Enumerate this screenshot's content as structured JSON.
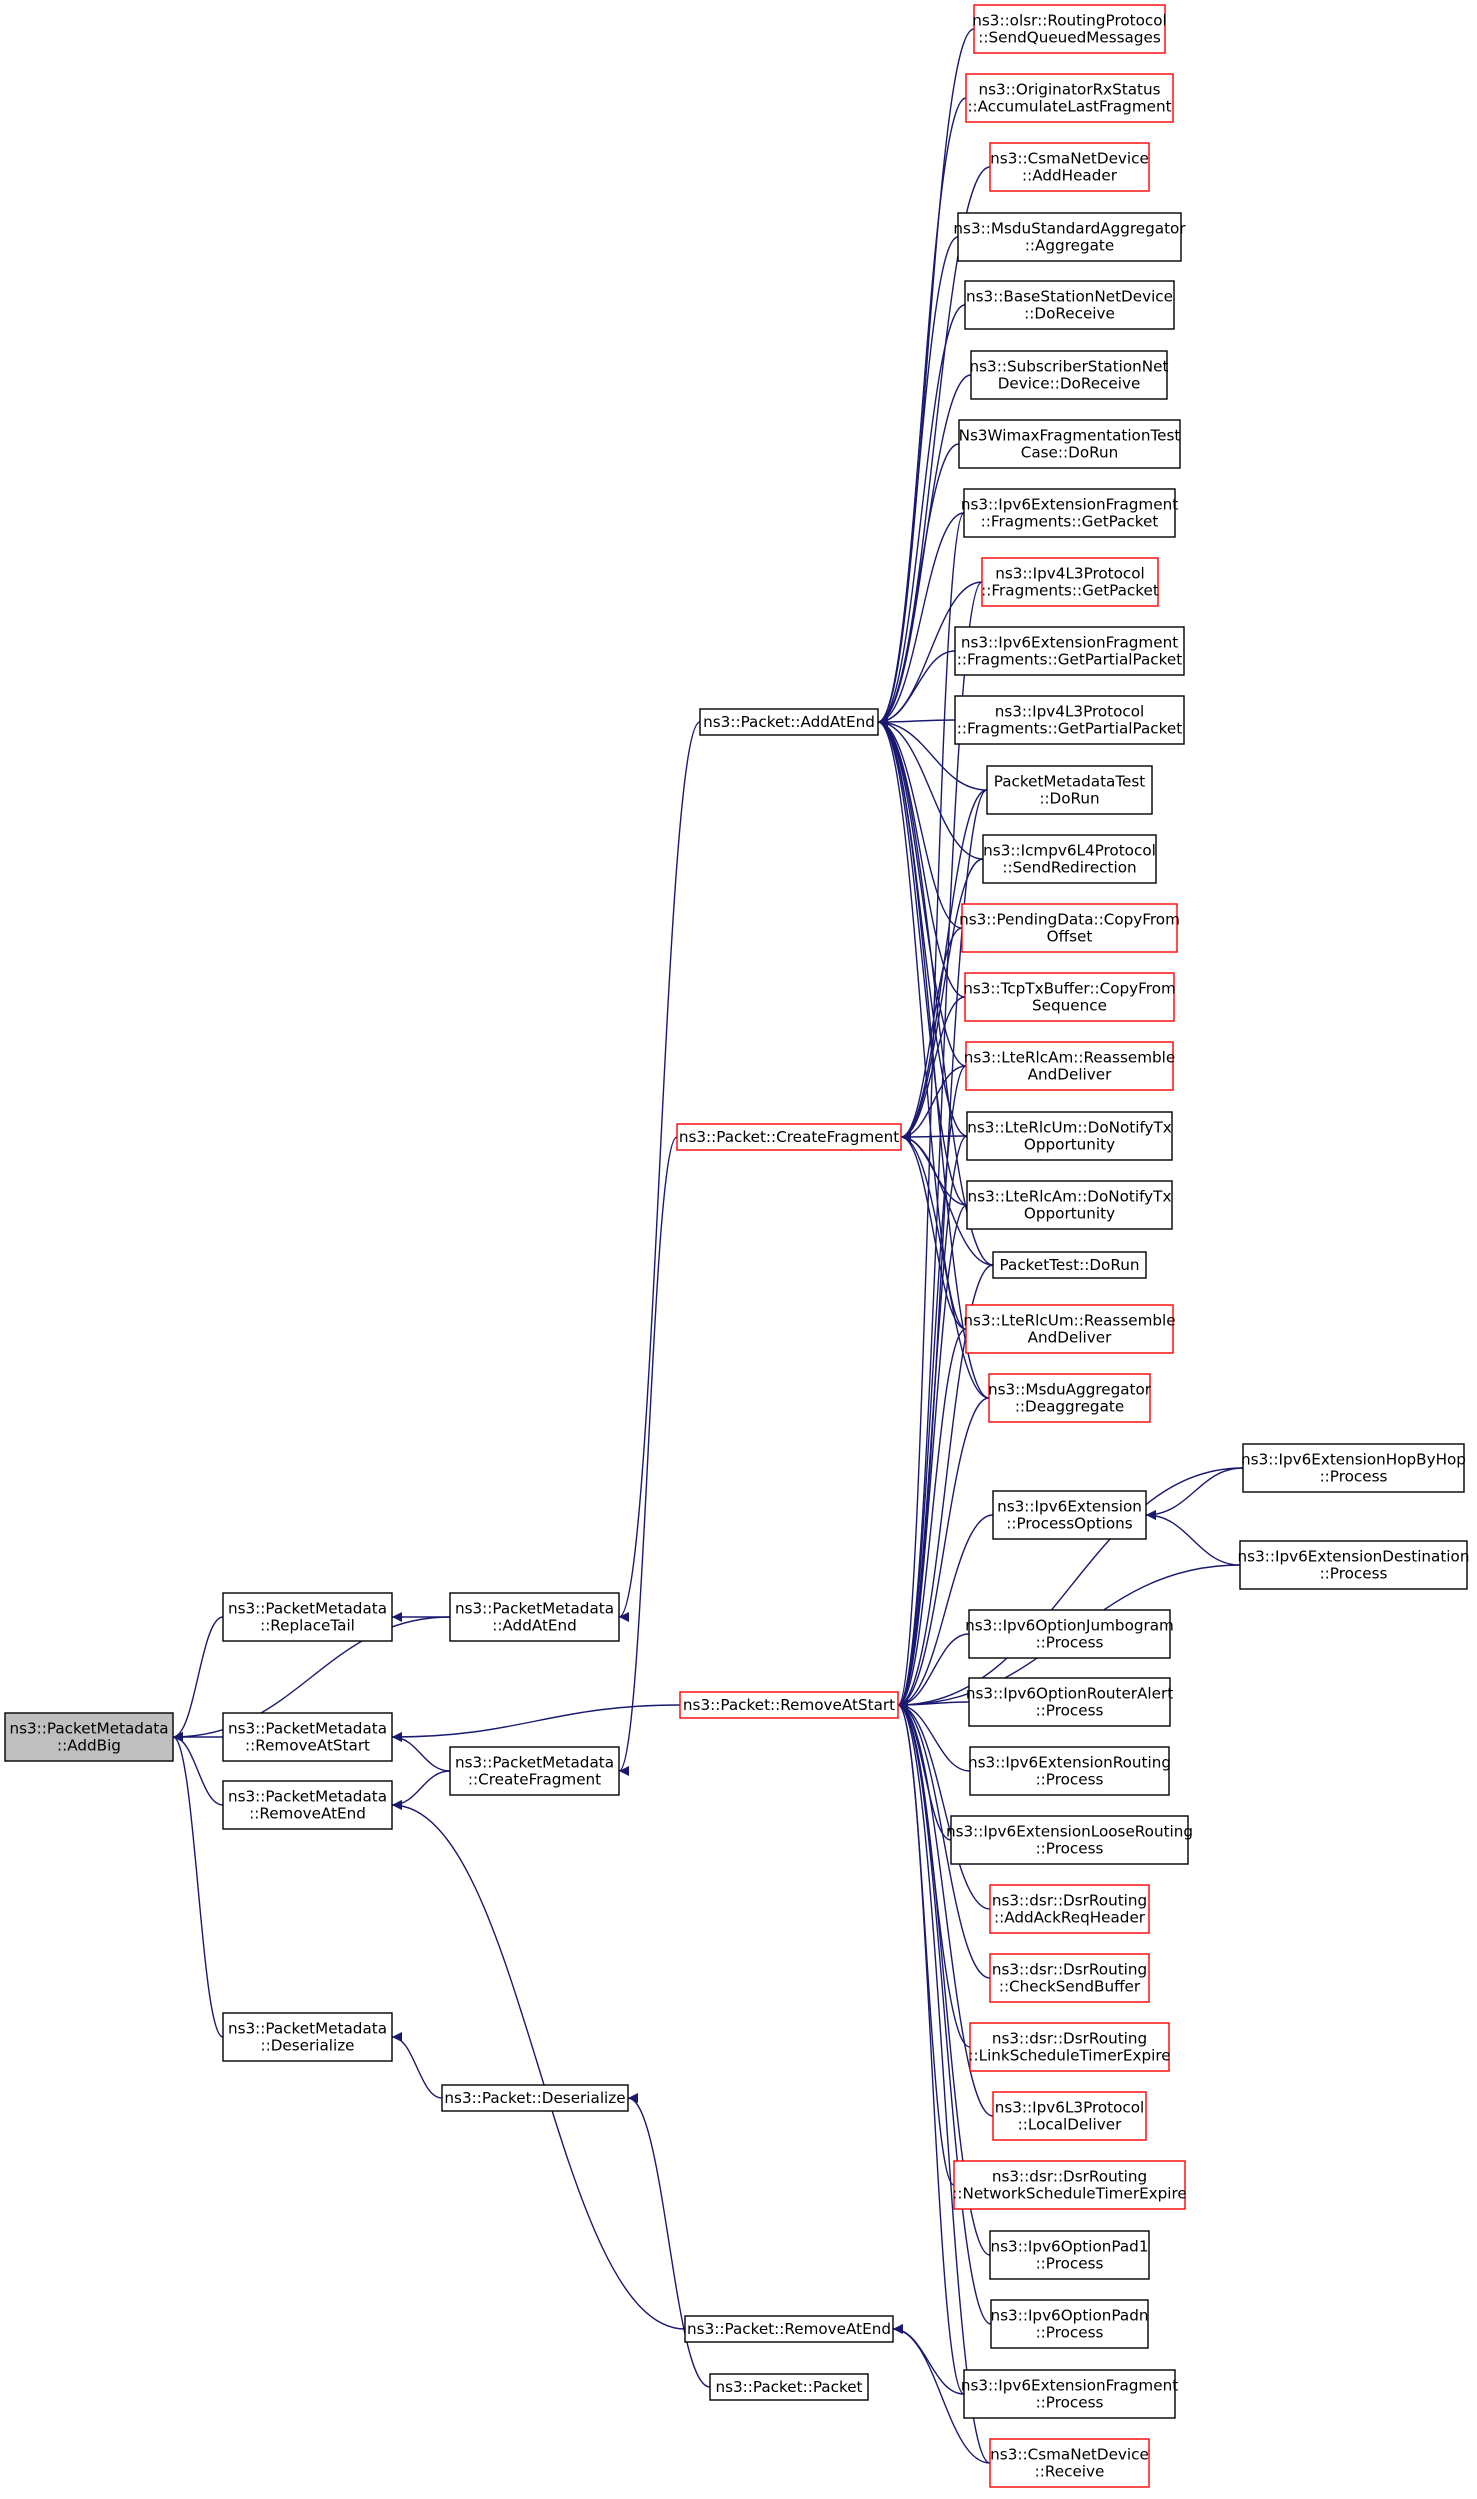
{
  "colors": {
    "edge": "#191970",
    "box": "#000000",
    "box_red": "#ff0000",
    "root_fill": "#bfbfbf"
  },
  "nodes": [
    {
      "id": "root",
      "lines": [
        "ns3::PacketMetadata",
        "::AddBig"
      ],
      "style": "root"
    },
    {
      "id": "pm_replacetail",
      "lines": [
        "ns3::PacketMetadata",
        "::ReplaceTail"
      ],
      "style": "black"
    },
    {
      "id": "pm_removeatstart",
      "lines": [
        "ns3::PacketMetadata",
        "::RemoveAtStart"
      ],
      "style": "black"
    },
    {
      "id": "pm_removeatend",
      "lines": [
        "ns3::PacketMetadata",
        "::RemoveAtEnd"
      ],
      "style": "black"
    },
    {
      "id": "pm_deserialize",
      "lines": [
        "ns3::PacketMetadata",
        "::Deserialize"
      ],
      "style": "black"
    },
    {
      "id": "pm_addatend",
      "lines": [
        "ns3::PacketMetadata",
        "::AddAtEnd"
      ],
      "style": "black"
    },
    {
      "id": "pm_createfragment",
      "lines": [
        "ns3::PacketMetadata",
        "::CreateFragment"
      ],
      "style": "black"
    },
    {
      "id": "p_deserialize",
      "lines": [
        "ns3::Packet::Deserialize"
      ],
      "style": "black"
    },
    {
      "id": "p_addatend",
      "lines": [
        "ns3::Packet::AddAtEnd"
      ],
      "style": "black"
    },
    {
      "id": "p_createfragment",
      "lines": [
        "ns3::Packet::CreateFragment"
      ],
      "style": "red"
    },
    {
      "id": "p_removeatstart",
      "lines": [
        "ns3::Packet::RemoveAtStart"
      ],
      "style": "red"
    },
    {
      "id": "p_removeatend",
      "lines": [
        "ns3::Packet::RemoveAtEnd"
      ],
      "style": "black"
    },
    {
      "id": "p_packet",
      "lines": [
        "ns3::Packet::Packet"
      ],
      "style": "black"
    },
    {
      "id": "olsr",
      "lines": [
        "ns3::olsr::RoutingProtocol",
        "::SendQueuedMessages"
      ],
      "style": "red"
    },
    {
      "id": "origrx",
      "lines": [
        "ns3::OriginatorRxStatus",
        "::AccumulateLastFragment"
      ],
      "style": "red"
    },
    {
      "id": "csma_addheader",
      "lines": [
        "ns3::CsmaNetDevice",
        "::AddHeader"
      ],
      "style": "red"
    },
    {
      "id": "msdu_std",
      "lines": [
        "ns3::MsduStandardAggregator",
        "::Aggregate"
      ],
      "style": "black"
    },
    {
      "id": "bs_doreceive",
      "lines": [
        "ns3::BaseStationNetDevice",
        "::DoReceive"
      ],
      "style": "black"
    },
    {
      "id": "ss_doreceive",
      "lines": [
        "ns3::SubscriberStationNet",
        "Device::DoReceive"
      ],
      "style": "black"
    },
    {
      "id": "wimaxfrag",
      "lines": [
        "Ns3WimaxFragmentationTest",
        "Case::DoRun"
      ],
      "style": "black"
    },
    {
      "id": "ipv6frag_get",
      "lines": [
        "ns3::Ipv6ExtensionFragment",
        "::Fragments::GetPacket"
      ],
      "style": "black"
    },
    {
      "id": "ipv4frag_get",
      "lines": [
        "ns3::Ipv4L3Protocol",
        "::Fragments::GetPacket"
      ],
      "style": "red"
    },
    {
      "id": "ipv6frag_partial",
      "lines": [
        "ns3::Ipv6ExtensionFragment",
        "::Fragments::GetPartialPacket"
      ],
      "style": "black"
    },
    {
      "id": "ipv4frag_partial",
      "lines": [
        "ns3::Ipv4L3Protocol",
        "::Fragments::GetPartialPacket"
      ],
      "style": "black"
    },
    {
      "id": "pmtest",
      "lines": [
        "PacketMetadataTest",
        "::DoRun"
      ],
      "style": "black"
    },
    {
      "id": "icmpv6",
      "lines": [
        "ns3::Icmpv6L4Protocol",
        "::SendRedirection"
      ],
      "style": "black"
    },
    {
      "id": "pending",
      "lines": [
        "ns3::PendingData::CopyFrom",
        "Offset"
      ],
      "style": "red"
    },
    {
      "id": "tcptx",
      "lines": [
        "ns3::TcpTxBuffer::CopyFrom",
        "Sequence"
      ],
      "style": "red"
    },
    {
      "id": "rlcam_reasm",
      "lines": [
        "ns3::LteRlcAm::Reassemble",
        "AndDeliver"
      ],
      "style": "red"
    },
    {
      "id": "rlcum_notify",
      "lines": [
        "ns3::LteRlcUm::DoNotifyTx",
        "Opportunity"
      ],
      "style": "black"
    },
    {
      "id": "rlcam_notify",
      "lines": [
        "ns3::LteRlcAm::DoNotifyTx",
        "Opportunity"
      ],
      "style": "black"
    },
    {
      "id": "packettest",
      "lines": [
        "PacketTest::DoRun"
      ],
      "style": "black"
    },
    {
      "id": "rlcum_reasm",
      "lines": [
        "ns3::LteRlcUm::Reassemble",
        "AndDeliver"
      ],
      "style": "red"
    },
    {
      "id": "msdu_deagg",
      "lines": [
        "ns3::MsduAggregator",
        "::Deaggregate"
      ],
      "style": "red"
    },
    {
      "id": "hopbyhop",
      "lines": [
        "ns3::Ipv6ExtensionHopByHop",
        "::Process"
      ],
      "style": "black"
    },
    {
      "id": "procopts",
      "lines": [
        "ns3::Ipv6Extension",
        "::ProcessOptions"
      ],
      "style": "black"
    },
    {
      "id": "dest",
      "lines": [
        "ns3::Ipv6ExtensionDestination",
        "::Process"
      ],
      "style": "black"
    },
    {
      "id": "jumbo",
      "lines": [
        "ns3::Ipv6OptionJumbogram",
        "::Process"
      ],
      "style": "black"
    },
    {
      "id": "routeralert",
      "lines": [
        "ns3::Ipv6OptionRouterAlert",
        "::Process"
      ],
      "style": "black"
    },
    {
      "id": "extrouting",
      "lines": [
        "ns3::Ipv6ExtensionRouting",
        "::Process"
      ],
      "style": "black"
    },
    {
      "id": "looserouting",
      "lines": [
        "ns3::Ipv6ExtensionLooseRouting",
        "::Process"
      ],
      "style": "black"
    },
    {
      "id": "dsr_ack",
      "lines": [
        "ns3::dsr::DsrRouting",
        "::AddAckReqHeader"
      ],
      "style": "red"
    },
    {
      "id": "dsr_check",
      "lines": [
        "ns3::dsr::DsrRouting",
        "::CheckSendBuffer"
      ],
      "style": "red"
    },
    {
      "id": "dsr_link",
      "lines": [
        "ns3::dsr::DsrRouting",
        "::LinkScheduleTimerExpire"
      ],
      "style": "red"
    },
    {
      "id": "ipv6l3_local",
      "lines": [
        "ns3::Ipv6L3Protocol",
        "::LocalDeliver"
      ],
      "style": "red"
    },
    {
      "id": "dsr_net",
      "lines": [
        "ns3::dsr::DsrRouting",
        "::NetworkScheduleTimerExpire"
      ],
      "style": "red"
    },
    {
      "id": "pad1",
      "lines": [
        "ns3::Ipv6OptionPad1",
        "::Process"
      ],
      "style": "black"
    },
    {
      "id": "padn",
      "lines": [
        "ns3::Ipv6OptionPadn",
        "::Process"
      ],
      "style": "black"
    },
    {
      "id": "extfrag_proc",
      "lines": [
        "ns3::Ipv6ExtensionFragment",
        "::Process"
      ],
      "style": "black"
    },
    {
      "id": "csma_receive",
      "lines": [
        "ns3::CsmaNetDevice",
        "::Receive"
      ],
      "style": "red"
    }
  ],
  "edges": [
    [
      "pm_replacetail",
      "root"
    ],
    [
      "pm_addatend",
      "root"
    ],
    [
      "pm_removeatstart",
      "root"
    ],
    [
      "pm_createfragment",
      "pm_removeatstart"
    ],
    [
      "pm_removeatend",
      "root"
    ],
    [
      "pm_deserialize",
      "root"
    ],
    [
      "pm_addatend",
      "pm_replacetail"
    ],
    [
      "pm_createfragment",
      "pm_removeatend"
    ],
    [
      "p_removeatstart",
      "pm_removeatstart"
    ],
    [
      "p_removeatend",
      "pm_removeatend"
    ],
    [
      "p_deserialize",
      "pm_deserialize"
    ],
    [
      "p_addatend",
      "pm_addatend"
    ],
    [
      "p_createfragment",
      "pm_createfragment"
    ],
    [
      "p_packet",
      "p_deserialize"
    ],
    [
      "olsr",
      "p_addatend"
    ],
    [
      "origrx",
      "p_addatend"
    ],
    [
      "csma_addheader",
      "p_addatend"
    ],
    [
      "msdu_std",
      "p_addatend"
    ],
    [
      "bs_doreceive",
      "p_addatend"
    ],
    [
      "ss_doreceive",
      "p_addatend"
    ],
    [
      "wimaxfrag",
      "p_addatend"
    ],
    [
      "ipv6frag_get",
      "p_addatend"
    ],
    [
      "ipv4frag_get",
      "p_addatend"
    ],
    [
      "ipv6frag_partial",
      "p_addatend"
    ],
    [
      "ipv4frag_partial",
      "p_addatend"
    ],
    [
      "pmtest",
      "p_addatend"
    ],
    [
      "icmpv6",
      "p_addatend"
    ],
    [
      "pending",
      "p_addatend"
    ],
    [
      "tcptx",
      "p_addatend"
    ],
    [
      "rlcam_reasm",
      "p_addatend"
    ],
    [
      "rlcum_notify",
      "p_addatend"
    ],
    [
      "rlcam_notify",
      "p_addatend"
    ],
    [
      "packettest",
      "p_addatend"
    ],
    [
      "rlcum_reasm",
      "p_addatend"
    ],
    [
      "msdu_deagg",
      "p_addatend"
    ],
    [
      "pmtest",
      "p_createfragment"
    ],
    [
      "icmpv6",
      "p_createfragment"
    ],
    [
      "pending",
      "p_createfragment"
    ],
    [
      "tcptx",
      "p_createfragment"
    ],
    [
      "rlcam_reasm",
      "p_createfragment"
    ],
    [
      "rlcum_notify",
      "p_createfragment"
    ],
    [
      "rlcam_notify",
      "p_createfragment"
    ],
    [
      "packettest",
      "p_createfragment"
    ],
    [
      "rlcum_reasm",
      "p_createfragment"
    ],
    [
      "msdu_deagg",
      "p_createfragment"
    ],
    [
      "ipv6frag_get",
      "p_removeatstart"
    ],
    [
      "ipv4frag_get",
      "p_removeatstart"
    ],
    [
      "pmtest",
      "p_removeatstart"
    ],
    [
      "rlcam_reasm",
      "p_removeatstart"
    ],
    [
      "rlcum_notify",
      "p_removeatstart"
    ],
    [
      "rlcam_notify",
      "p_removeatstart"
    ],
    [
      "packettest",
      "p_removeatstart"
    ],
    [
      "rlcum_reasm",
      "p_removeatstart"
    ],
    [
      "msdu_deagg",
      "p_removeatstart"
    ],
    [
      "hopbyhop",
      "p_removeatstart"
    ],
    [
      "procopts",
      "p_removeatstart"
    ],
    [
      "dest",
      "p_removeatstart"
    ],
    [
      "jumbo",
      "p_removeatstart"
    ],
    [
      "routeralert",
      "p_removeatstart"
    ],
    [
      "extrouting",
      "p_removeatstart"
    ],
    [
      "looserouting",
      "p_removeatstart"
    ],
    [
      "dsr_ack",
      "p_removeatstart"
    ],
    [
      "dsr_check",
      "p_removeatstart"
    ],
    [
      "dsr_link",
      "p_removeatstart"
    ],
    [
      "ipv6l3_local",
      "p_removeatstart"
    ],
    [
      "dsr_net",
      "p_removeatstart"
    ],
    [
      "pad1",
      "p_removeatstart"
    ],
    [
      "padn",
      "p_removeatstart"
    ],
    [
      "extfrag_proc",
      "p_removeatstart"
    ],
    [
      "csma_receive",
      "p_removeatstart"
    ],
    [
      "hopbyhop",
      "procopts"
    ],
    [
      "dest",
      "procopts"
    ],
    [
      "extfrag_proc",
      "p_removeatend"
    ],
    [
      "csma_receive",
      "p_removeatend"
    ]
  ]
}
